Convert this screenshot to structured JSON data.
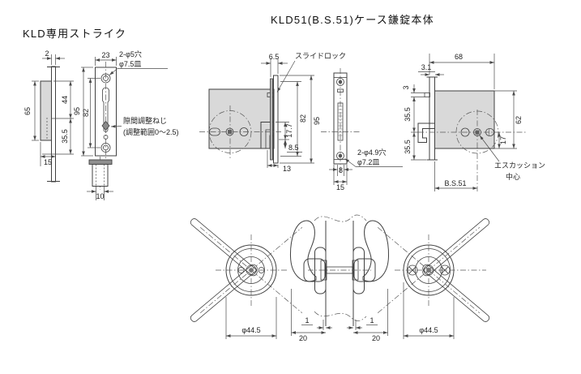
{
  "colors": {
    "background": "#ffffff",
    "line": "#404040",
    "dimension": "#4a4a4a",
    "body_fill": "#d9d9d9",
    "plate_fill": "#e8e8e8"
  },
  "strike": {
    "title": "KLD専用ストライク",
    "note_holes_line1": "2-φ5穴",
    "note_holes_line2": "φ7.5皿",
    "note_adjust_line1": "隙間調整ねじ",
    "note_adjust_line2": "(調整範囲0〜2.5)",
    "dim_plate_thickness": "2",
    "dim_plate_width": "23",
    "dim_box_height": "65",
    "dim_upper": "44",
    "dim_plate_height": "95",
    "dim_hole_pitch": "82",
    "dim_lower": "35.5",
    "dim_box_depth": "15",
    "dim_stem_width": "10"
  },
  "lockcase": {
    "title": "KLD51(B.S.51)ケース鎌錠本体",
    "note_slide_lock": "スライドロック",
    "note_holes_line1": "2-φ4.9穴",
    "note_holes_line2": "φ7.2皿",
    "note_escutcheon_line1": "エスカッション",
    "note_escutcheon_line2": "中心",
    "dim_top_offset": "6.5",
    "dim_hole_pitch": "82",
    "dim_plate_height": "95",
    "dim_notch_height": "17.7",
    "dim_notch_bottom": "8.5",
    "dim_hook_depth": "13",
    "dim_inner_width": "8",
    "dim_plate_width": "15",
    "dim_body_width": "68",
    "dim_front_offset": "3.1",
    "dim_tab_height": "3",
    "dim_upper": "35.5",
    "dim_lower": "35.5",
    "dim_body_height": "62",
    "dim_center_to_bottom": "17",
    "dim_backset": "B.S.51"
  },
  "handles": {
    "dim_knob_dia_left": "φ44.5",
    "dim_knob_dia_right": "φ44.5",
    "dim_gap_left": "1",
    "dim_gap_right": "1",
    "dim_depth_left": "20",
    "dim_depth_right": "20"
  }
}
